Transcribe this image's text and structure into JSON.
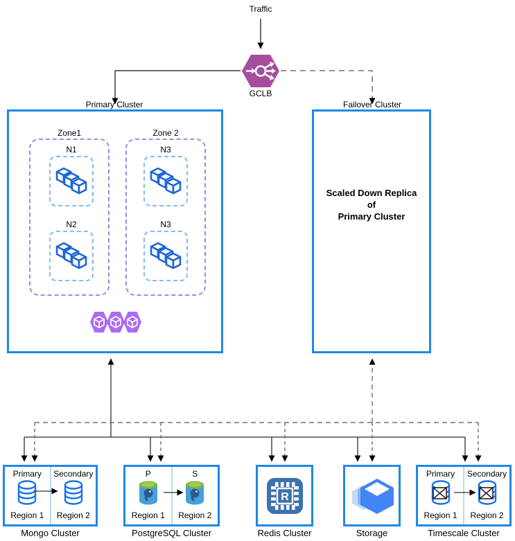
{
  "traffic": {
    "label": "Traffic"
  },
  "gclb": {
    "label": "GCLB"
  },
  "primary_cluster": {
    "label": "Primary Cluster",
    "zones": [
      {
        "label": "Zone1",
        "nodes": [
          {
            "label": "N1"
          },
          {
            "label": "N2"
          }
        ]
      },
      {
        "label": "Zone 2",
        "nodes": [
          {
            "label": "N3"
          },
          {
            "label": "N3"
          }
        ]
      }
    ]
  },
  "failover_cluster": {
    "label": "Failover Cluster",
    "body_lines": [
      "Scaled Down Replica",
      "of",
      "Primary Cluster"
    ]
  },
  "data_stores": {
    "mongo": {
      "label": "Mongo Cluster",
      "left_role": "Primary",
      "right_role": "Secondary",
      "left_region": "Region 1",
      "right_region": "Region 2"
    },
    "postgres": {
      "label": "PostgreSQL Cluster",
      "left_role": "P",
      "right_role": "S",
      "left_region": "Region 1",
      "right_region": "Region 2"
    },
    "redis": {
      "label": "Redis Cluster"
    },
    "storage": {
      "label": "Storage"
    },
    "timescale": {
      "label": "Timescale Cluster",
      "left_role": "Primary",
      "right_role": "Secondary",
      "left_region": "Region 1",
      "right_region": "Region 2"
    }
  },
  "icons": {
    "gclb": "load-balancer-icon",
    "gke": "kubernetes-hexagon-icon",
    "workload": "container-cubes-icon",
    "mongo": "database-cylinder-icon",
    "postgres": "postgresql-database-icon",
    "redis": "redis-chip-icon",
    "storage": "cloud-storage-icon",
    "timescale": "timescale-database-icon"
  },
  "colors": {
    "cluster_border": "#1e88e5",
    "zone_border": "#9b8ae6",
    "node_border": "#85b9f0",
    "gclb_purple": "#a64d9f",
    "gke_purple": "#ab6bf2",
    "workload_blue": "#1b66d8",
    "db_blue": "#1a73e8",
    "redis_blue": "#3e72ae",
    "storage_blue": "#4285f4",
    "postgres_top_green": "#7cb342",
    "postgres_body_blue": "#45a1d8"
  }
}
